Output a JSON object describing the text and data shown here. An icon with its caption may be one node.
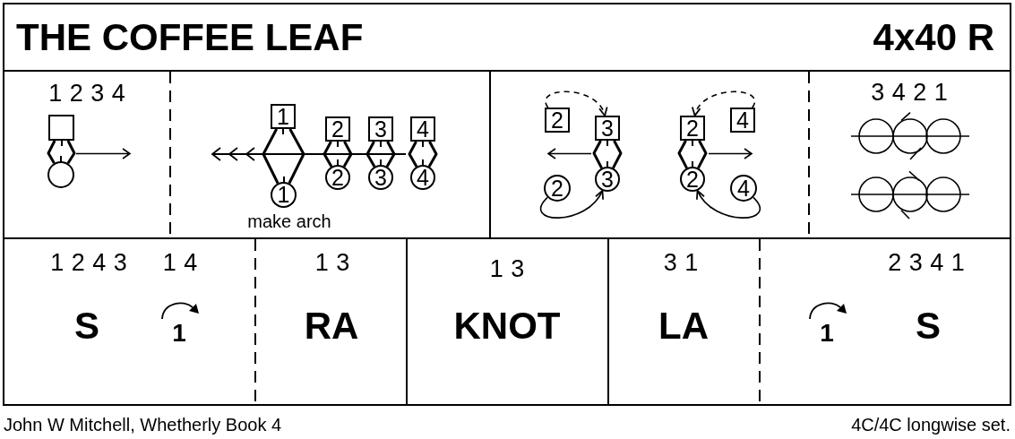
{
  "diagram": {
    "title": "THE COFFEE LEAF",
    "nodes": [
      {
        "text": [],
        "shape": "box"
      },
      {
        "text": [],
        "shape": "circle"
      },
      {
        "text": [
          "1"
        ]
      },
      {
        "text": [
          "2"
        ]
      },
      {
        "text": [
          "3"
        ]
      },
      {
        "text": [
          "4"
        ]
      },
      {
        "text": [
          "2"
        ]
      },
      {
        "text": [
          "3"
        ]
      },
      {
        "text": [
          "4"
        ]
      },
      {
        "text": [
          "1"
        ]
      },
      {
        "text": [
          "2"
        ]
      },
      {
        "text": [
          "3"
        ]
      },
      {
        "text": [
          "2"
        ]
      },
      {
        "text": [
          "4"
        ]
      },
      {
        "text": [
          "2"
        ]
      },
      {
        "text": [
          "3"
        ]
      },
      {
        "text": [
          "2"
        ]
      },
      {
        "text": [
          "4"
        ]
      }
    ],
    "edges": [
      {
        "from": 0,
        "to": 1,
        "arrow": "none"
      },
      {
        "from": 0,
        "to": 1,
        "arrow": "none"
      },
      {
        "from": 2,
        "to": 9,
        "arrow": "none"
      },
      {
        "from": 2,
        "to": 9,
        "arrow": "none"
      },
      {
        "from": 3,
        "to": 6,
        "arrow": "none"
      },
      {
        "from": 3,
        "to": 6,
        "arrow": "none"
      },
      {
        "from": 4,
        "to": 7,
        "arrow": "none"
      },
      {
        "from": 4,
        "to": 7,
        "arrow": "none"
      },
      {
        "from": 5,
        "to": 8,
        "arrow": "none"
      },
      {
        "from": 5,
        "to": 8,
        "arrow": "none"
      },
      {
        "from": 11,
        "to": 15,
        "arrow": "none"
      },
      {
        "from": 11,
        "to": 15,
        "arrow": "none"
      },
      {
        "from": 12,
        "to": 16,
        "arrow": "none"
      },
      {
        "from": 12,
        "to": 16,
        "arrow": "none"
      },
      {
        "from": 10,
        "to": 11,
        "arrow": "to",
        "style": "dashed"
      },
      {
        "from": 13,
        "to": 12,
        "arrow": "to",
        "style": "dashed"
      },
      {
        "from": 14,
        "to": 15,
        "arrow": "to"
      },
      {
        "from": 17,
        "to": 16,
        "arrow": "to"
      }
    ],
    "labels": [
      "4x40 R",
      "1 2 3 4",
      "make arch",
      "3 4 2 1",
      "1 2 4 3",
      "1 4",
      "S",
      "1",
      "1 3",
      "RA",
      "1 3",
      "KNOT",
      "3 1",
      "LA",
      "2 3 4 1",
      "1",
      "S",
      "John W Mitchell, Whetherly Book 4",
      "4C/4C longwise set."
    ]
  }
}
